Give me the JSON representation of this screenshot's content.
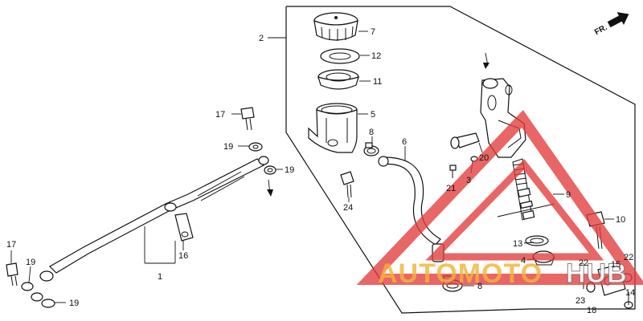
{
  "direction_marker": {
    "text": "FR."
  },
  "callouts": {
    "c2": "2",
    "c7": "7",
    "c12": "12",
    "c11": "11",
    "c5": "5",
    "c8a": "8",
    "c6": "6",
    "c17a": "17",
    "c19a": "19",
    "c19b": "19",
    "c24": "24",
    "c21": "21",
    "c20": "20",
    "c3": "3",
    "c9": "9",
    "c10": "10",
    "c13": "13",
    "c4": "4",
    "c22a": "22",
    "c15": "15",
    "c22b": "22",
    "c14": "14",
    "c8b": "8",
    "c23": "23",
    "c18": "18",
    "c16": "16",
    "c1": "1",
    "c17b": "17",
    "c19c": "19",
    "c19d": "19"
  },
  "watermark": {
    "word1": "AUTOMOTO",
    "word2": "HUB",
    "color_primary": "#e23b3b",
    "color_text": "#f2b43c"
  }
}
